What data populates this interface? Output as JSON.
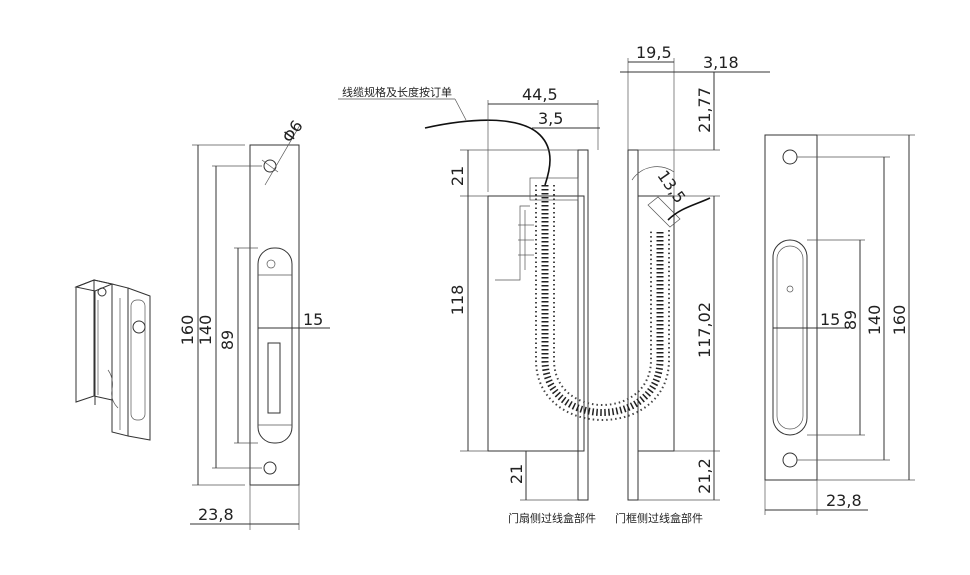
{
  "labels": {
    "cable_note": "线缆规格及长度按订单",
    "door_side_caption": "门扇侧过线盒部件",
    "frame_side_caption": "门框侧过线盒部件"
  },
  "dims": {
    "left": {
      "dia": "Φ6",
      "h160": "160",
      "h140": "140",
      "h89": "89",
      "w15": "15",
      "w23_8": "23,8"
    },
    "middle": {
      "w44_5": "44,5",
      "w3_5": "3,5",
      "h21": "21",
      "h118": "118",
      "b21": "21",
      "w19_5": "19,5",
      "w3_18": "3,18",
      "h21_77": "21,77",
      "a13_5": "13,5",
      "h117_02": "117,02",
      "b21_2": "21,2"
    },
    "right": {
      "w15": "15",
      "h89": "89",
      "h140": "140",
      "h160": "160",
      "w23_8": "23,8"
    }
  }
}
